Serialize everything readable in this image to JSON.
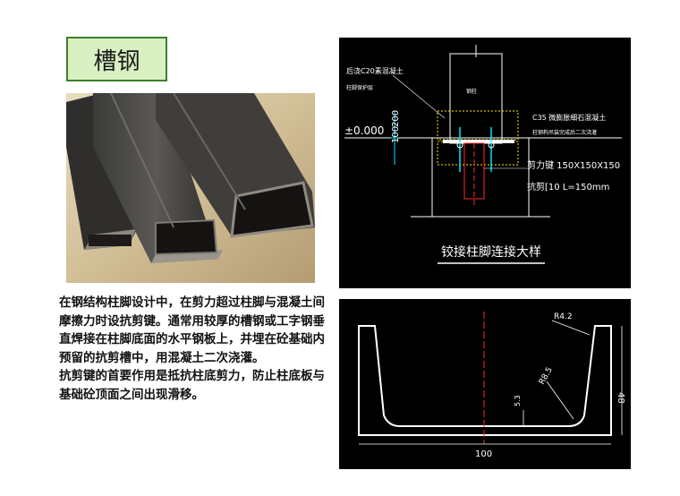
{
  "title": "槽钢",
  "paragraph": [
    "在钢结构柱脚设计中，在剪力超过柱脚与混凝土间摩擦力时设抗剪键。通常用较厚的槽钢或工字钢垂直焊接在柱脚底面的水平钢板上，并埋在砼基础内预留的抗剪槽中，用混凝土二次浇灌。",
    "抗剪键的首要作用是抵抗柱底剪力，防止柱底板与基础砼顶面之间出现滑移。"
  ],
  "drawing1": {
    "label_c20": "后浇C20素混凝土",
    "label_c20_sub": "柱脚保护层",
    "label_column": "钢柱",
    "label_elev": "±0.000",
    "dim_100": "100",
    "dim_200": "200",
    "label_c35": "C35 微膨胀细石混凝土",
    "label_c35_sub": "柱钢构吊装完成后二次浇灌",
    "label_key": "剪力键 150X150X150",
    "label_plate": "抗剪[10  L=150mm",
    "caption": "铰接柱脚连接大样"
  },
  "drawing2": {
    "label_r42": "R4.2",
    "label_r85": "R8.5",
    "dim_53": "5.3",
    "dim_48": "48",
    "dim_100": "100"
  }
}
